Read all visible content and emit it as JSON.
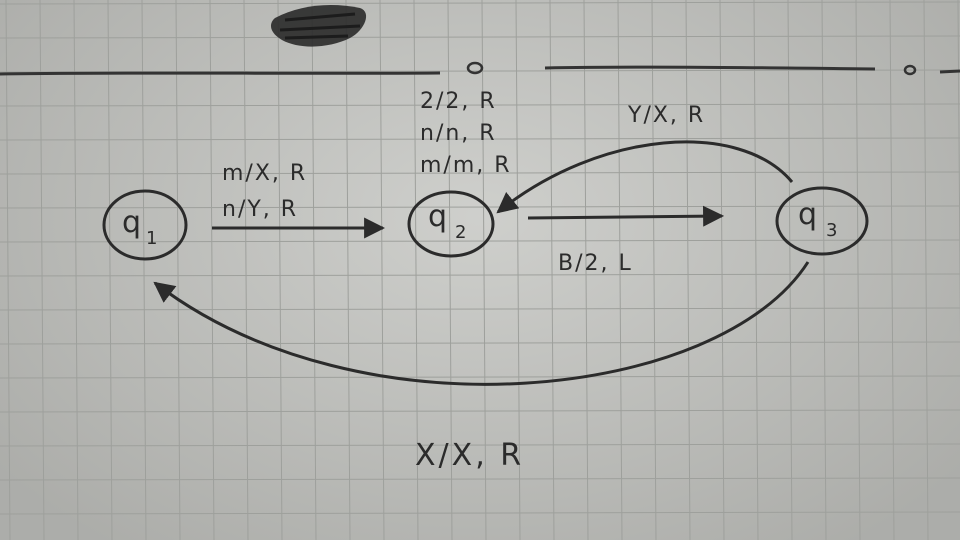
{
  "colors": {
    "paper": "#c4c5c1",
    "grid": "#9ea09c",
    "ink": "#2b2b2b"
  },
  "states": [
    {
      "id": "q1",
      "main": "q",
      "sub": "1"
    },
    {
      "id": "q2",
      "main": "q",
      "sub": "2"
    },
    {
      "id": "q3",
      "main": "q",
      "sub": "3"
    }
  ],
  "transitions": {
    "q1_q2": [
      "m/X, R",
      "n/Y, R"
    ],
    "q2_loop": [
      "2/2, R",
      "n/n, R",
      "m/m, R"
    ],
    "q3_q2": "Y/X, R",
    "q2_q3": "B/2, L",
    "q3_q1": "X/X, R"
  }
}
